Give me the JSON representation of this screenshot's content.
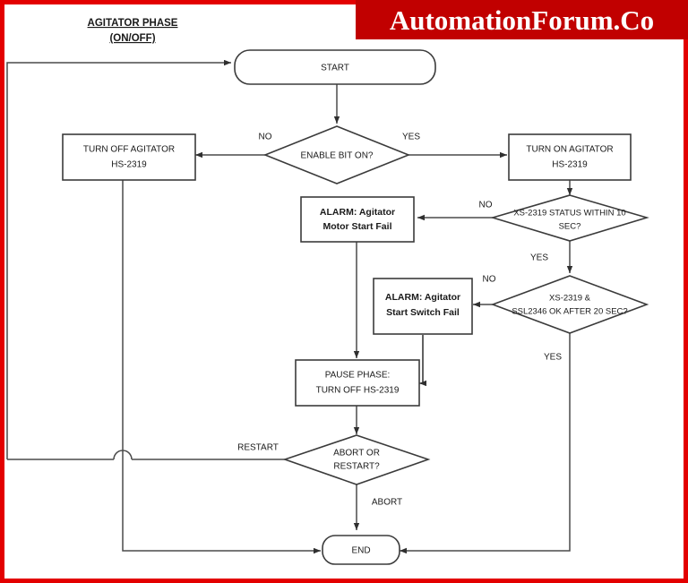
{
  "banner": {
    "text": "AutomationForum.Co",
    "background_color": "#c10000",
    "text_color": "#ffffff"
  },
  "frame": {
    "border_color": "#e30000"
  },
  "title": {
    "line1": "AGITATOR PHASE",
    "line2": "(ON/OFF)"
  },
  "diagram": {
    "type": "flowchart",
    "nodes": {
      "start": {
        "shape": "terminator",
        "label": "START"
      },
      "enable_bit": {
        "shape": "decision",
        "label": "ENABLE BIT ON?"
      },
      "turn_off": {
        "shape": "process",
        "line1": "TURN OFF AGITATOR",
        "line2": "HS-2319"
      },
      "turn_on": {
        "shape": "process",
        "line1": "TURN ON AGITATOR",
        "line2": "HS-2319"
      },
      "status_10sec": {
        "shape": "decision",
        "line1": "XS-2319 STATUS WITHIN 10",
        "line2": "SEC?"
      },
      "alarm_motor": {
        "shape": "process",
        "line1": "ALARM:  Agitator",
        "line2": "Motor Start Fail"
      },
      "status_20sec": {
        "shape": "decision",
        "line1": "XS-2319 &",
        "line2": "SSL2346 OK AFTER  20 SEC?"
      },
      "alarm_switch": {
        "shape": "process",
        "line1": "ALARM:  Agitator",
        "line2": "Start Switch Fail"
      },
      "pause_phase": {
        "shape": "process",
        "line1": "PAUSE PHASE:",
        "line2": "TURN OFF HS-2319"
      },
      "abort_restart": {
        "shape": "decision",
        "line1": "ABORT OR",
        "line2": "RESTART?"
      },
      "end": {
        "shape": "terminator",
        "label": "END"
      }
    },
    "edge_labels": {
      "enable_no": "NO",
      "enable_yes": "YES",
      "status10_no": "NO",
      "status10_yes": "YES",
      "status20_no": "NO",
      "status20_yes": "YES",
      "restart": "RESTART",
      "abort": "ABORT"
    }
  }
}
